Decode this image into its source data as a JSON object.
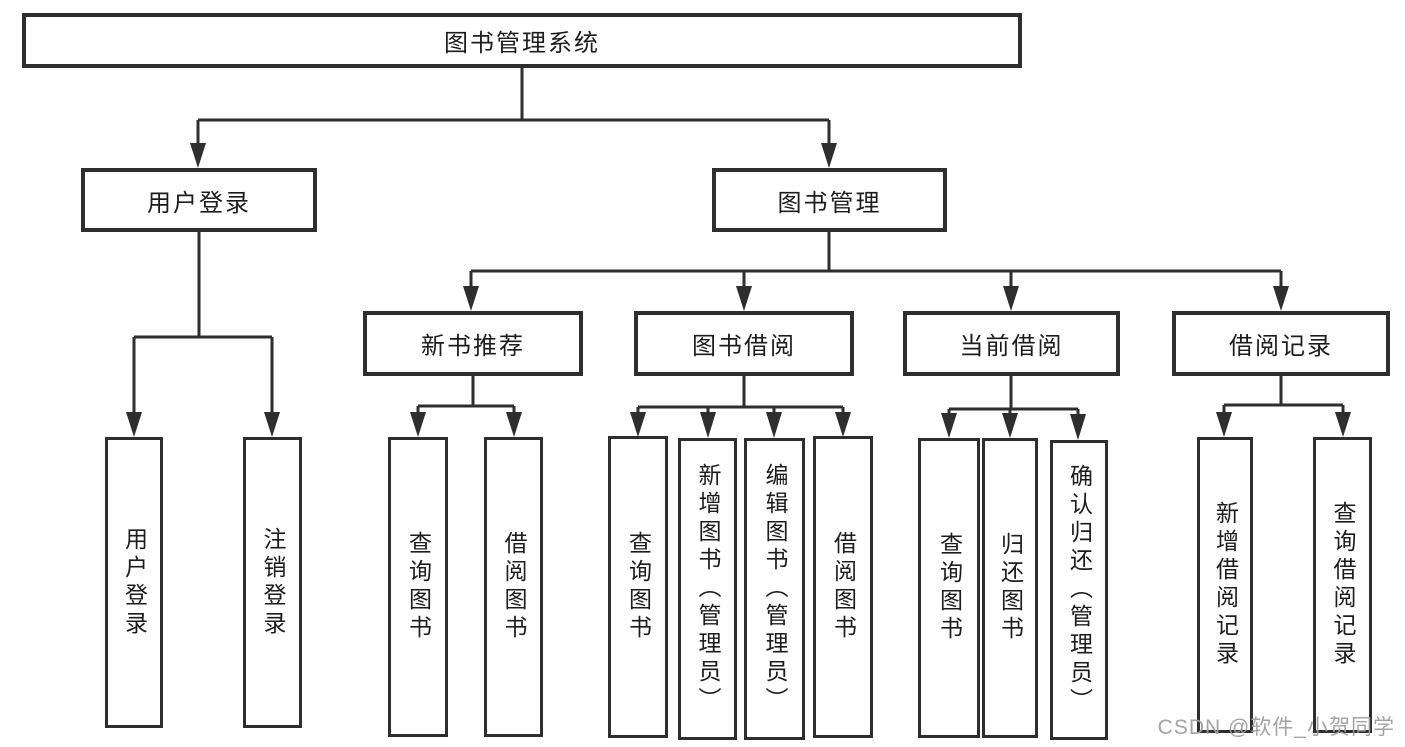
{
  "colors": {
    "line": "#2e2e2e",
    "box_border": "#2e2e2e",
    "text": "#1c1c1c",
    "background": "#ffffff",
    "watermark": "#9e9e9e"
  },
  "watermark": "CSDN @软件_小贺同学",
  "tree": {
    "label": "图书管理系统",
    "children": [
      {
        "label": "用户登录",
        "children": [
          {
            "label": "用户登录"
          },
          {
            "label": "注销登录"
          }
        ]
      },
      {
        "label": "图书管理",
        "children": [
          {
            "label": "新书推荐",
            "children": [
              {
                "label": "查询图书"
              },
              {
                "label": "借阅图书"
              }
            ]
          },
          {
            "label": "图书借阅",
            "children": [
              {
                "label": "查询图书"
              },
              {
                "label": "新增图书（管理员）"
              },
              {
                "label": "编辑图书（管理员）"
              },
              {
                "label": "借阅图书"
              }
            ]
          },
          {
            "label": "当前借阅",
            "children": [
              {
                "label": "查询图书"
              },
              {
                "label": "归还图书"
              },
              {
                "label": "确认归还（管理员）"
              }
            ]
          },
          {
            "label": "借阅记录",
            "children": [
              {
                "label": "新增借阅记录"
              },
              {
                "label": "查询借阅记录"
              }
            ]
          }
        ]
      }
    ]
  }
}
